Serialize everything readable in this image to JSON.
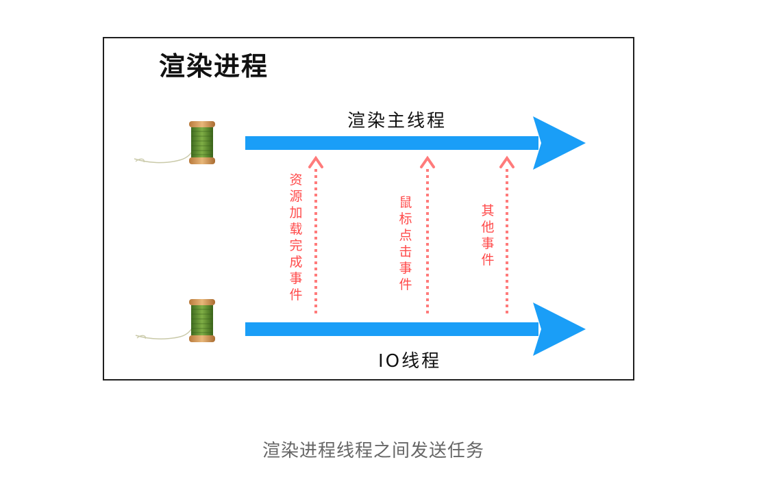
{
  "diagram": {
    "title": "渲染进程",
    "main_thread_label": "渲染主线程",
    "io_thread_label": "IO线程",
    "events": [
      {
        "label": "资源加载完成事件"
      },
      {
        "label": "鼠标点击事件"
      },
      {
        "label": "其他事件"
      }
    ],
    "colors": {
      "thread_arrow": "#1a9ef7",
      "event_arrow": "#ff7b7b",
      "event_text": "#ff4a4a",
      "spool_thread": "#5f8f2f",
      "spool_wood": "#d8a060"
    },
    "icons": [
      "spool-icon",
      "spool-icon"
    ]
  },
  "caption": "渲染进程线程之间发送任务"
}
